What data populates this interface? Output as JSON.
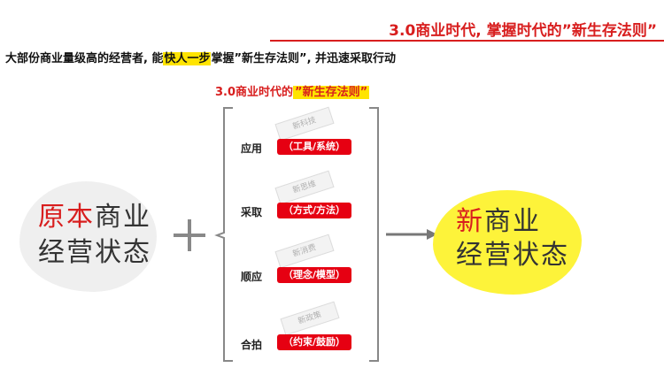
{
  "header": {
    "title": "3.0商业时代, 掌握时代的”新生存法则”"
  },
  "intro": {
    "before": "大部份商业量级高的经营者, 能",
    "highlight": "快人一步",
    "after": "掌握”新生存法则”, 并迅速采取行动"
  },
  "diagram": {
    "subtitle_prefix": "3.0商业时代的",
    "subtitle_highlight": "”新生存法则”",
    "left": {
      "line1_red": "原本",
      "line1_rest": "商业",
      "line2": "经营状态"
    },
    "right": {
      "line1_red": "新",
      "line1_rest": "商业",
      "line2": "经营状态"
    },
    "rows": [
      {
        "label": "应用",
        "pill": "（工具/系统）",
        "stamp": "新科技"
      },
      {
        "label": "采取",
        "pill": "（方式/方法）",
        "stamp": "新思维"
      },
      {
        "label": "顺应",
        "pill": "（理念/模型）",
        "stamp": "新消费"
      },
      {
        "label": "合拍",
        "pill": "（约束/鼓励）",
        "stamp": "新政策"
      }
    ]
  },
  "colors": {
    "accent_red": "#d81e1e",
    "pill_red": "#e60012",
    "highlight_yellow": "#ffe400",
    "right_blob": "#fdf33a",
    "left_blob": "#efefef"
  }
}
